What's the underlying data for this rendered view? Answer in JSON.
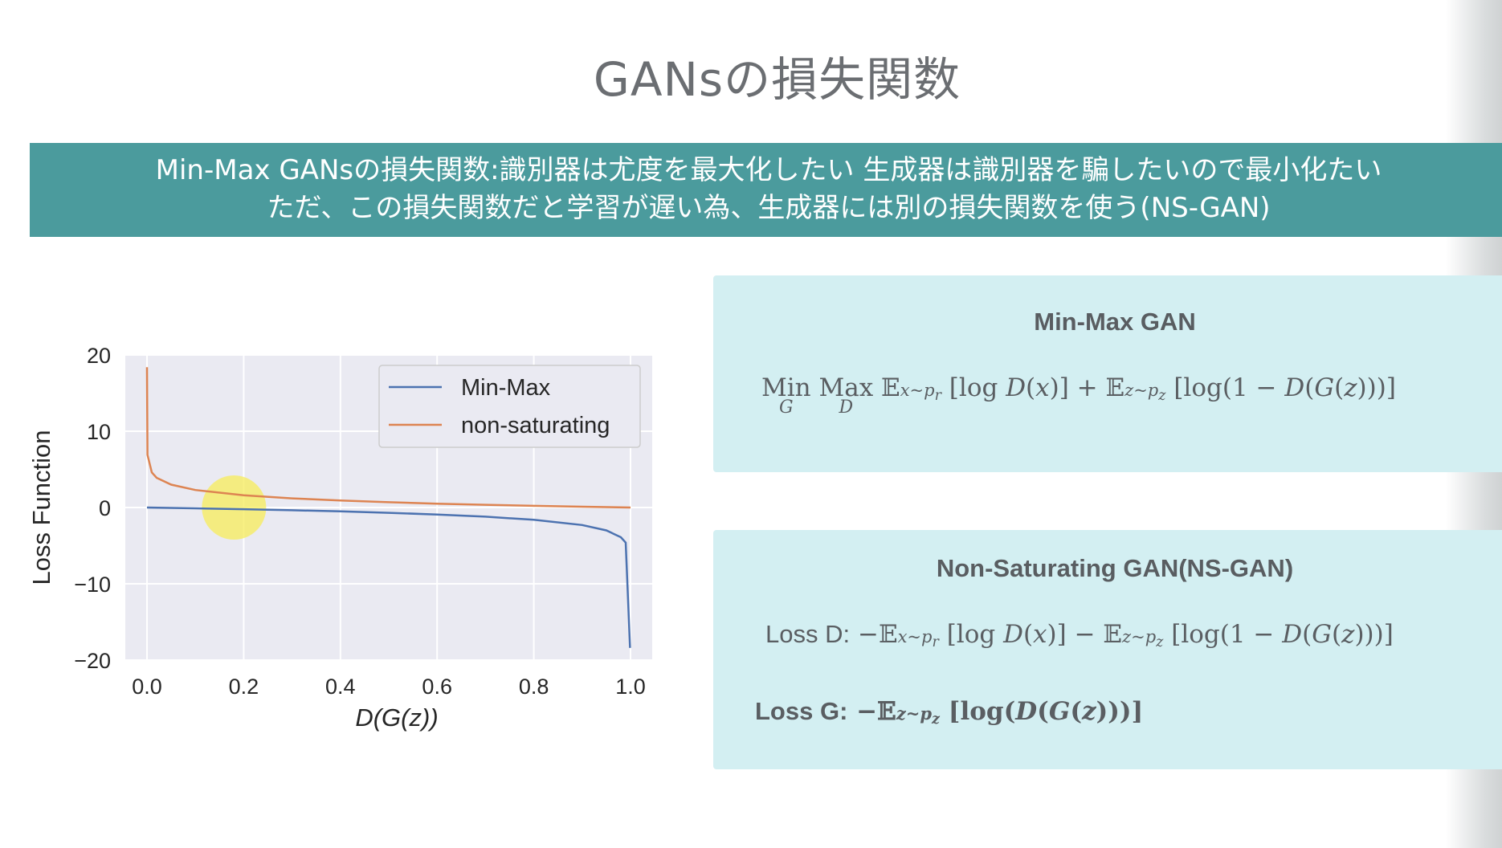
{
  "slide": {
    "title": "GANsの損失関数",
    "banner_line1": "Min-Max GANsの損失関数:識別器は尤度を最大化したい  生成器は識別器を騙したいので最小化たい",
    "banner_line2": "ただ、この損失関数だと学習が遅い為、生成器には別の損失関数を使う(NS-GAN)"
  },
  "cards": {
    "minmax_title": "Min-Max GAN",
    "nsgan_title": "Non-Saturating GAN(NS-GAN)",
    "loss_d_label": "Loss D:",
    "loss_g_label": "Loss G:"
  },
  "chart_data": {
    "type": "line",
    "xlabel": "D(G(z))",
    "ylabel": "Loss Function",
    "xlim": [
      0.0,
      1.0
    ],
    "ylim": [
      -20,
      20
    ],
    "x_ticks": [
      "0.0",
      "0.2",
      "0.4",
      "0.6",
      "0.8",
      "1.0"
    ],
    "y_ticks": [
      "20",
      "10",
      "0",
      "−10",
      "−20"
    ],
    "grid": true,
    "legend_position": "top-right",
    "series": [
      {
        "name": "Min-Max",
        "color": "#4c72b0",
        "x": [
          0.0,
          0.01,
          0.05,
          0.1,
          0.2,
          0.3,
          0.4,
          0.5,
          0.6,
          0.7,
          0.8,
          0.9,
          0.95,
          0.98,
          0.99,
          0.999
        ],
        "y": [
          0.0,
          -0.01,
          -0.05,
          -0.11,
          -0.22,
          -0.36,
          -0.51,
          -0.69,
          -0.92,
          -1.2,
          -1.61,
          -2.3,
          -3.0,
          -3.9,
          -4.6,
          -18.4
        ]
      },
      {
        "name": "non-saturating",
        "color": "#dd8452",
        "x": [
          0.0,
          0.001,
          0.01,
          0.02,
          0.05,
          0.1,
          0.2,
          0.3,
          0.4,
          0.5,
          0.6,
          0.7,
          0.8,
          0.9,
          1.0
        ],
        "y": [
          18.4,
          6.9,
          4.6,
          3.9,
          3.0,
          2.3,
          1.61,
          1.2,
          0.92,
          0.69,
          0.51,
          0.36,
          0.22,
          0.11,
          0.0
        ]
      }
    ],
    "highlight": {
      "x": 0.18,
      "y": 0.0,
      "color": "#f7ec5a"
    }
  }
}
